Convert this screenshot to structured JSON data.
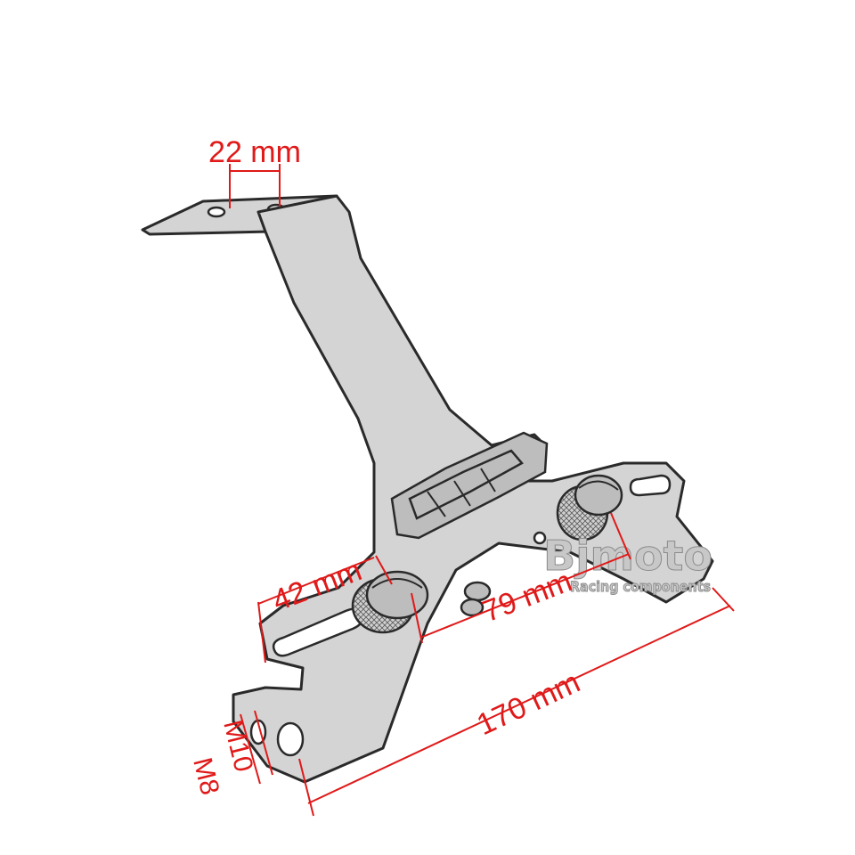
{
  "watermark": {
    "brand": "Bjmoto",
    "tagline": "Racing components"
  },
  "dimensions": {
    "top_hole_spacing": "22 mm",
    "slot_length": "42 mm",
    "bolt_spacing": "79 mm",
    "overall_width": "170 mm",
    "hole_large": "M10",
    "hole_small": "M8"
  },
  "colors": {
    "dimension": "#e01919",
    "part_fill": "#d4d4d4",
    "outline": "#2a2a2a"
  }
}
